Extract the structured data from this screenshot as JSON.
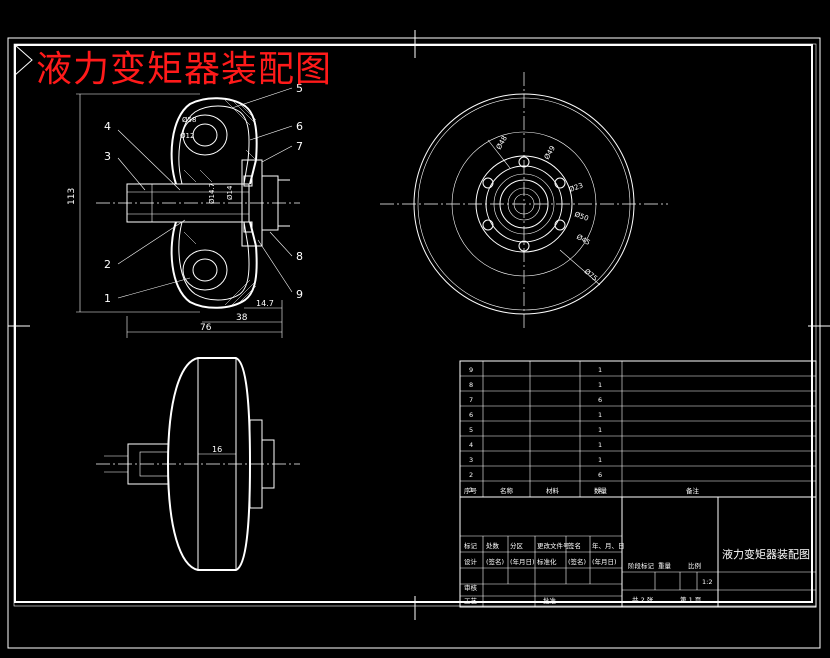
{
  "drawing_title": "液力变矩器装配图",
  "part_labels": [
    "1",
    "2",
    "3",
    "4",
    "5",
    "6",
    "7",
    "8",
    "9"
  ],
  "dimensions": {
    "overall_height": "113",
    "width_76": "76",
    "width_38": "38",
    "width_14_7": "14.7",
    "side_16": "16",
    "r1": "Ø58",
    "r2": "Ø12",
    "r3": "Ø14",
    "r4": "Ø14.7",
    "c1": "Ø48",
    "c2": "Ø49",
    "c3": "Ø23",
    "c4": "Ø50",
    "c5": "Ø45",
    "c6": "Ø75"
  },
  "bom_rows": [
    {
      "no": "9",
      "name": "",
      "qty": "1",
      "material": "",
      "note": ""
    },
    {
      "no": "8",
      "name": "",
      "qty": "1",
      "material": "",
      "note": ""
    },
    {
      "no": "7",
      "name": "",
      "qty": "6",
      "material": "",
      "note": ""
    },
    {
      "no": "6",
      "name": "",
      "qty": "1",
      "material": "",
      "note": ""
    },
    {
      "no": "5",
      "name": "",
      "qty": "1",
      "material": "",
      "note": ""
    },
    {
      "no": "4",
      "name": "",
      "qty": "1",
      "material": "",
      "note": ""
    },
    {
      "no": "3",
      "name": "",
      "qty": "1",
      "material": "",
      "note": ""
    },
    {
      "no": "2",
      "name": "",
      "qty": "6",
      "material": "",
      "note": ""
    },
    {
      "no": "1",
      "name": "",
      "qty": "1",
      "material": "",
      "note": ""
    }
  ],
  "bom_header": {
    "no": "序号",
    "name": "名称",
    "qty": "数量",
    "material": "材料",
    "note": "备注"
  },
  "title_block": {
    "drawing_name": "液力变矩器装配图",
    "row_a": [
      "标记",
      "处数",
      "分区",
      "更改文件号",
      "签名",
      "年、月、日"
    ],
    "row_b": [
      "设计",
      "(签名)",
      "(年月日)",
      "标准化",
      "(签名)",
      "(年月日)"
    ],
    "row_c": [
      "审核"
    ],
    "row_d": [
      "工艺",
      "批准"
    ],
    "stage_labels": [
      "阶段标记",
      "重量",
      "比例"
    ],
    "scale": "1:2",
    "sheets": "共 2 张",
    "sheet_no": "第 1 页"
  }
}
